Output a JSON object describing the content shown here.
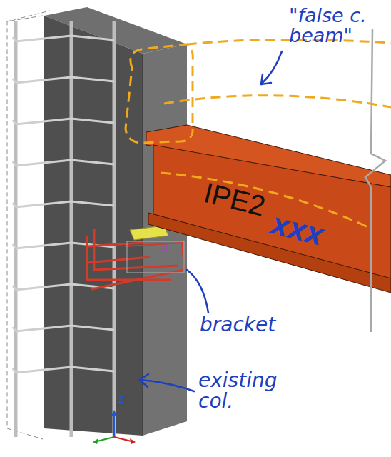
{
  "diagram": {
    "labels": [
      "\"false c. beam\"",
      "IPE2",
      "XXX",
      "bracket",
      "existing col.",
      "Z"
    ]
  }
}
